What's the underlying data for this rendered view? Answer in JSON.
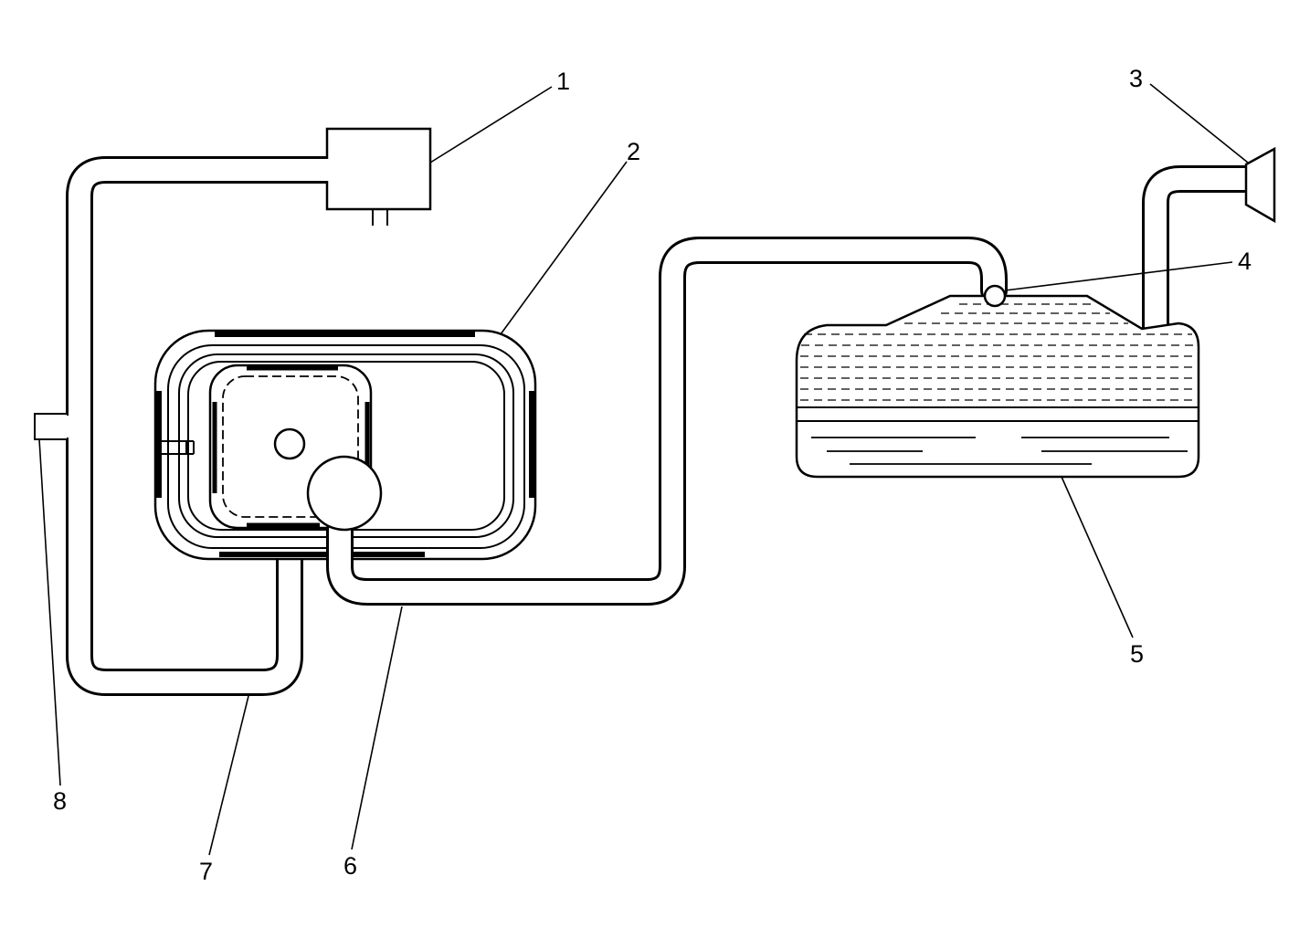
{
  "diagram": {
    "callouts": [
      {
        "id": "1",
        "label": "1"
      },
      {
        "id": "2",
        "label": "2"
      },
      {
        "id": "3",
        "label": "3"
      },
      {
        "id": "4",
        "label": "4"
      },
      {
        "id": "5",
        "label": "5"
      },
      {
        "id": "6",
        "label": "6"
      },
      {
        "id": "7",
        "label": "7"
      },
      {
        "id": "8",
        "label": "8"
      }
    ]
  },
  "colors": {
    "line": "#000000",
    "background": "#ffffff"
  }
}
